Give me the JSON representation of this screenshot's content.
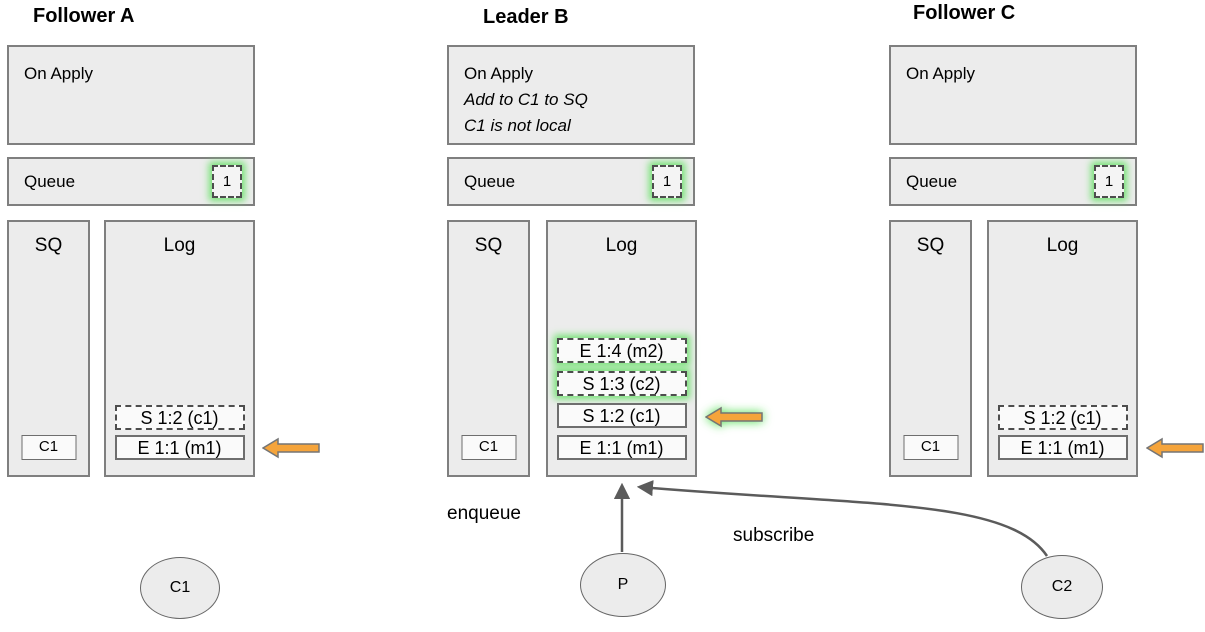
{
  "colors": {
    "panel_fill": "#ececec",
    "panel_border": "#7f7f7f",
    "entry_fill": "#fafafa",
    "dashed_border": "#4d4d4d",
    "glow_green": "#74e274",
    "pointer_orange": "#f5a43b",
    "connector_gray": "#5b5b5b"
  },
  "nodes": [
    {
      "id": "follower-a",
      "title": "Follower A",
      "on_apply": {
        "lines": [
          "On Apply"
        ]
      },
      "queue": {
        "label": "Queue",
        "badge": "1"
      },
      "sq": {
        "label": "SQ",
        "items": [
          "C1"
        ]
      },
      "log": {
        "label": "Log",
        "entries": [
          {
            "text": "S 1:2 (c1)",
            "border": "dashed",
            "glow": false
          },
          {
            "text": "E 1:1 (m1)",
            "border": "solid",
            "glow": false
          }
        ]
      },
      "pointer_arrow": {
        "target_entry": "E 1:1 (m1)",
        "glow": false
      }
    },
    {
      "id": "leader-b",
      "title": "Leader B",
      "on_apply": {
        "lines": [
          "On Apply",
          "Add to C1 to SQ",
          "C1 is not local"
        ]
      },
      "queue": {
        "label": "Queue",
        "badge": "1"
      },
      "sq": {
        "label": "SQ",
        "items": [
          "C1"
        ]
      },
      "log": {
        "label": "Log",
        "entries": [
          {
            "text": "E 1:4 (m2)",
            "border": "dashed",
            "glow": true
          },
          {
            "text": "S 1:3 (c2)",
            "border": "dashed",
            "glow": true
          },
          {
            "text": "S 1:2 (c1)",
            "border": "solid",
            "glow": false
          },
          {
            "text": "E 1:1 (m1)",
            "border": "solid",
            "glow": false
          }
        ]
      },
      "pointer_arrow": {
        "target_entry": "S 1:2 (c1)",
        "glow": true
      }
    },
    {
      "id": "follower-c",
      "title": "Follower C",
      "on_apply": {
        "lines": [
          "On Apply"
        ]
      },
      "queue": {
        "label": "Queue",
        "badge": "1"
      },
      "sq": {
        "label": "SQ",
        "items": [
          "C1"
        ]
      },
      "log": {
        "label": "Log",
        "entries": [
          {
            "text": "S 1:2 (c1)",
            "border": "dashed",
            "glow": false
          },
          {
            "text": "E 1:1 (m1)",
            "border": "solid",
            "glow": false
          }
        ]
      },
      "pointer_arrow": {
        "target_entry": "E 1:1 (m1)",
        "glow": false
      }
    }
  ],
  "actors": [
    {
      "id": "c1",
      "label": "C1"
    },
    {
      "id": "p",
      "label": "P"
    },
    {
      "id": "c2",
      "label": "C2"
    }
  ],
  "edges": {
    "enqueue_label": "enqueue",
    "subscribe_label": "subscribe"
  }
}
